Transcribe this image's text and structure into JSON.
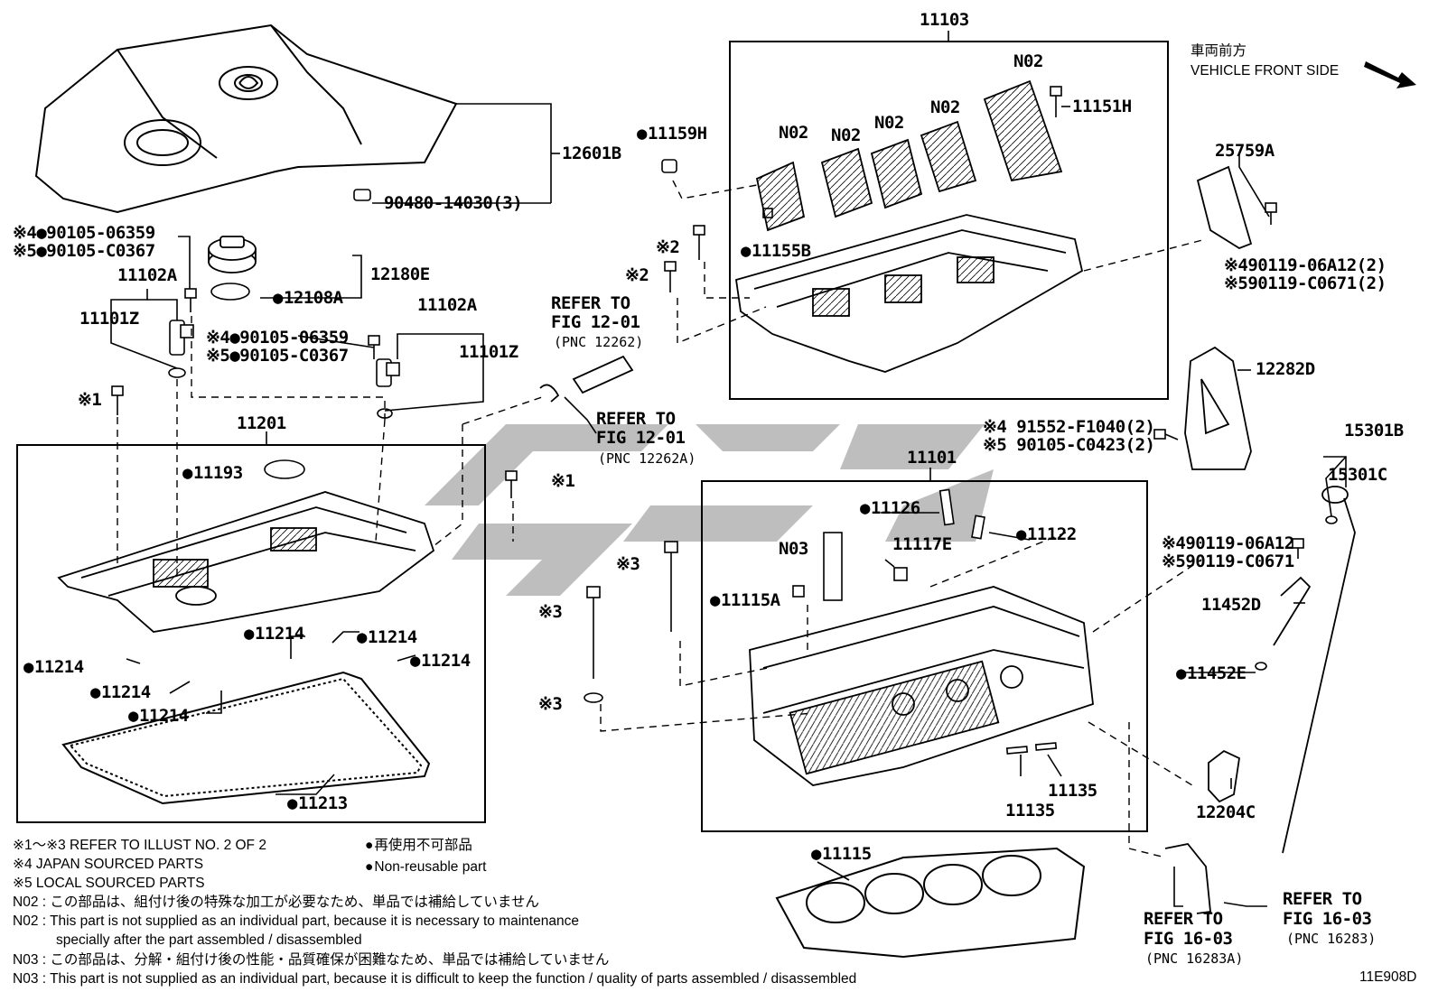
{
  "header": {
    "front_jp": "車両前方",
    "front_en": "VEHICLE FRONT SIDE"
  },
  "group_labels": {
    "g11103": "11103",
    "g11201": "11201",
    "g11101": "11101"
  },
  "parts": {
    "p12601B": "12601B",
    "p90480": "90480-14030(3)",
    "p90105a_4": "※4●90105-06359",
    "p90105a_5": "※5●90105-C0367",
    "p11102A_l": "11102A",
    "p11101Z_l": "11101Z",
    "p12180E": "12180E",
    "p12108A": "12108A",
    "p90105b_4": "※4●90105-06359",
    "p90105b_5": "※5●90105-C0367",
    "p11102A_r": "11102A",
    "p11101Z_r": "11101Z",
    "pX1a": "※1",
    "p11193": "11193",
    "pX1b": "※1",
    "p11214_a": "11214",
    "p11214_b": "11214",
    "p11214_c": "11214",
    "p11214_d": "11214",
    "p11214_e": "11214",
    "p11214_f": "11214",
    "p11213": "11213",
    "p11159H": "11159H",
    "pX2a": "※2",
    "pX2b": "※2",
    "p11155B": "11155B",
    "pN02_1": "N02",
    "pN02_2": "N02",
    "pN02_3": "N02",
    "pN02_4": "N02",
    "pN02_5": "N02",
    "p11151H": "11151H",
    "p25759A": "25759A",
    "p90119a_4": "※490119-06A12(2)",
    "p90119a_5": "※590119-C0671(2)",
    "pRef1_a": "REFER TO",
    "pRef1_b": "FIG 12-01",
    "pRef1_c": "(PNC 12262)",
    "pRef2_a": "REFER TO",
    "pRef2_b": "FIG 12-01",
    "pRef2_c": "(PNC 12262A)",
    "p12282D": "12282D",
    "p91552_4": "※4 91552-F1040(2)",
    "p90105c_5": "※5 90105-C0423(2)",
    "p15301B": "15301B",
    "p15301C": "15301C",
    "p11126": "11126",
    "p11122": "11122",
    "pN03": "N03",
    "p11117E": "11117E",
    "pX3a": "※3",
    "pX3b": "※3",
    "pX3c": "※3",
    "p11115A": "11115A",
    "p90119b_4": "※490119-06A12",
    "p90119b_5": "※590119-C0671",
    "p11452D": "11452D",
    "p11452E": "11452E",
    "p11135_a": "11135",
    "p11135_b": "11135",
    "p12204C": "12204C",
    "p11115": "11115",
    "pRef3_a": "REFER TO",
    "pRef3_b": "FIG 16-03",
    "pRef3_c": "(PNC 16283A)",
    "pRef4_a": "REFER TO",
    "pRef4_b": "FIG 16-03",
    "pRef4_c": "(PNC 16283)"
  },
  "legend": {
    "l1": "※1～※3  REFER TO ILLUST NO. 2 OF 2",
    "l2": "※4 JAPAN SOURCED PARTS",
    "l3": "※5 LOCAL SOURCED PARTS",
    "nr_jp": "再使用不可部品",
    "nr_en": "Non-reusable part",
    "n02_jp": "N02 : この部品は、組付け後の特殊な加工が必要なため、単品では補給していません",
    "n02_en1": "N02 : This part is not supplied as an individual part, because it is necessary to maintenance",
    "n02_en2": "specially after the part assembled / disassembled",
    "n03_jp": "N03 : この部品は、分解・組付け後の性能・品質確保が困難なため、単品では補給していません",
    "n03_en": "N03 : This part is not supplied as an individual part, because it is difficult to keep the function / quality of parts  assembled / disassembled"
  },
  "figure_id": "11E908D"
}
